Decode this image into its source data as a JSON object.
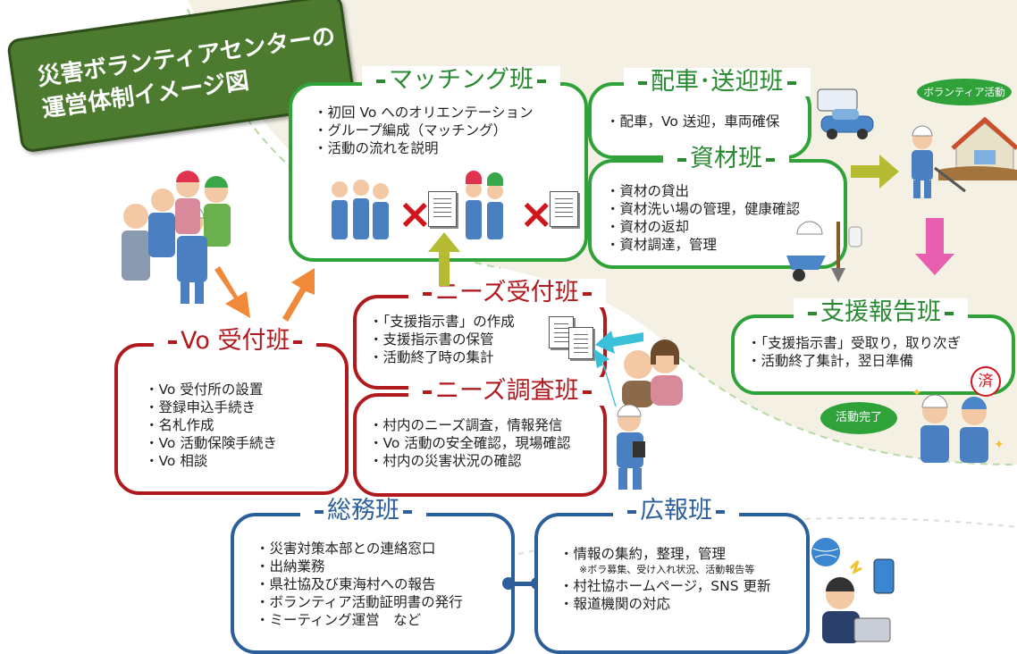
{
  "title": "災害ボランティアセンターの\n運営体制イメージ図",
  "colors": {
    "green": "#2fa23a",
    "red": "#b0191e",
    "blue": "#2c5f9a",
    "title_bg": "#4c7a2e"
  },
  "matching": {
    "title": "マッチング班",
    "items": [
      "初回 Vo へのオリエンテーション",
      "グループ編成（マッチング）",
      "活動の流れを説明"
    ]
  },
  "haisha": {
    "title": "配車･送迎班",
    "items": [
      "配車，Vo 送迎，車両確保"
    ]
  },
  "shizai": {
    "title": "資材班",
    "items": [
      "資材の貸出",
      "資材洗い場の管理，健康確認",
      "資材の返却",
      "資材調達，管理"
    ]
  },
  "shien": {
    "title": "支援報告班",
    "items": [
      "「支援指示書」受取り，取り次ぎ",
      "活動終了集計，翌日準備"
    ]
  },
  "needs_uketsuke": {
    "title": "ニーズ受付班",
    "items": [
      "「支援指示書」の作成",
      "支援指示書の保管",
      "活動終了時の集計"
    ]
  },
  "needs_chosa": {
    "title": "ニーズ調査班",
    "items": [
      "村内のニーズ調査，情報発信",
      "Vo 活動の安全確認，現場確認",
      "村内の災害状況の確認"
    ]
  },
  "vo_uketsuke": {
    "title": "Vo 受付班",
    "items": [
      "Vo 受付所の設置",
      "登録申込手続き",
      "名札作成",
      "Vo 活動保険手続き",
      "Vo 相談"
    ]
  },
  "somu": {
    "title": "総務班",
    "items": [
      "災害対策本部との連絡窓口",
      "出納業務",
      "県社協及び東海村への報告",
      "ボランティア活動証明書の発行",
      "ミーティング運営　など"
    ]
  },
  "koho": {
    "title": "広報班",
    "items": [
      "情報の集約，整理，管理",
      "村社協ホームページ，SNS 更新",
      "報道機関の対応"
    ],
    "note": "※ボラ募集、受け入れ状況、活動報告等"
  },
  "bubbles": {
    "volunteer": "ボランティア活動",
    "done": "活動完了"
  },
  "stamp": "済"
}
